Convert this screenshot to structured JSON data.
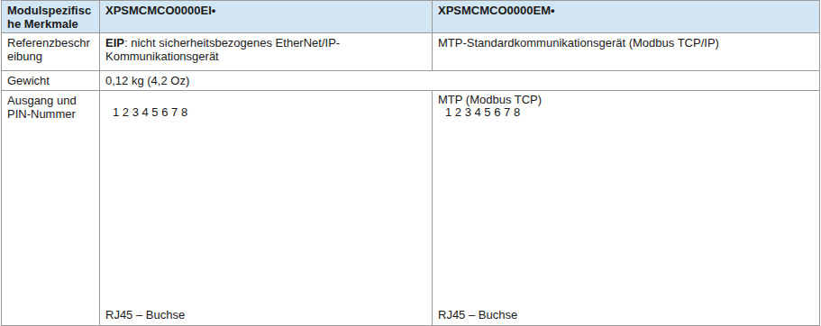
{
  "diagram": {
    "labels": [
      "Modulspezifische Merkmale",
      "XPSMCMCO0000EI•",
      "XPSMCMCO0000EM•",
      "Referenzbeschreibung",
      "EIP",
      ": nicht sicherheitsbezogenes EtherNet/IP-Kommunikationsgerät",
      "MTP-Standardkommunikationsgerät (Modbus TCP/IP)",
      "Gewicht",
      "0,12 kg (4,2 Oz)",
      "Ausgang und PIN-Nummer",
      "1 2 3 4 5 6 7 8",
      "RJ45 – Buchse",
      "MTP (Modbus TCP)",
      "1 2 3 4 5 6 7 8",
      "RJ45 – Buchse"
    ]
  }
}
